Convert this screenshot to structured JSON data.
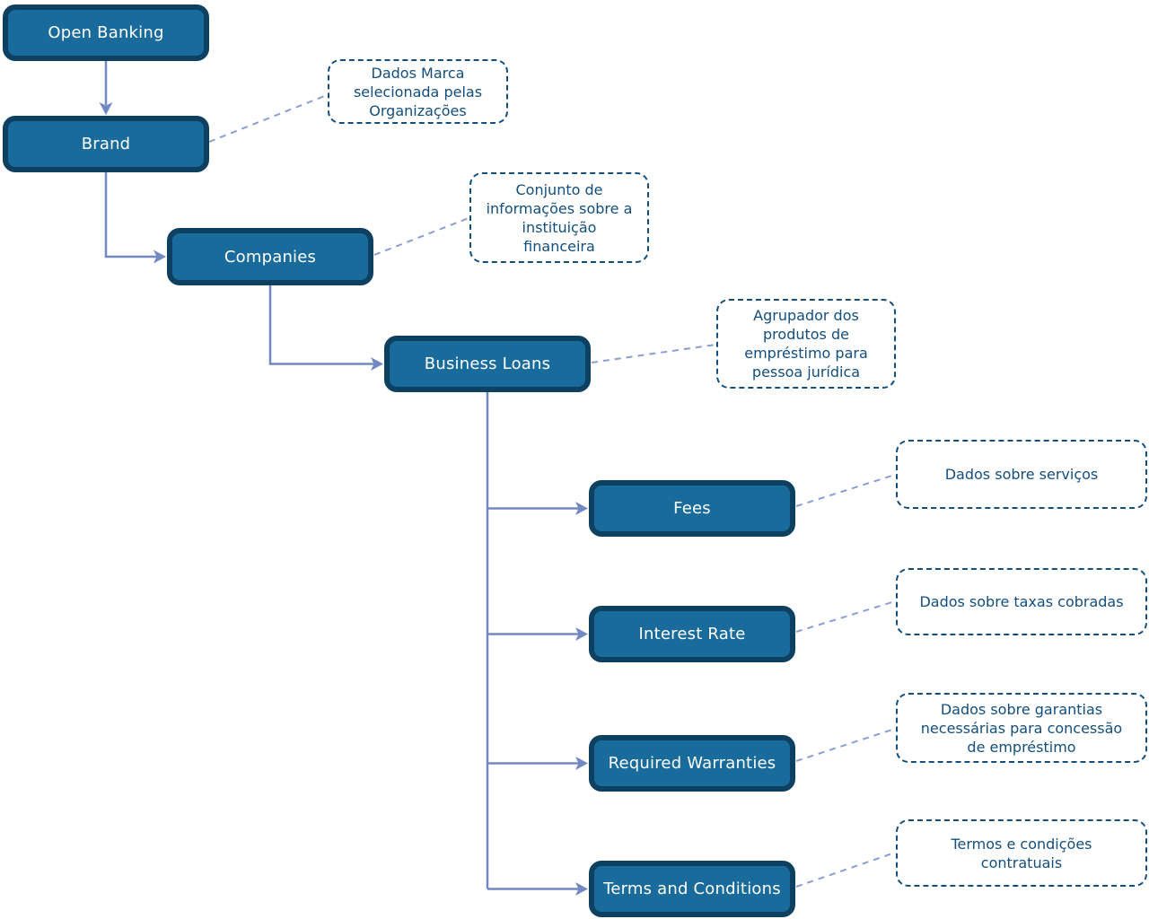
{
  "diagram": {
    "nodes": {
      "open_banking": {
        "label": "Open Banking"
      },
      "brand": {
        "label": "Brand"
      },
      "companies": {
        "label": "Companies"
      },
      "business_loans": {
        "label": "Business Loans"
      },
      "fees": {
        "label": "Fees"
      },
      "interest_rate": {
        "label": "Interest Rate"
      },
      "required_warranties": {
        "label": "Required Warranties"
      },
      "terms_and_conditions": {
        "label": "Terms and Conditions"
      }
    },
    "annotations": {
      "brand_note": {
        "text": "Dados Marca\nselecionada pelas\nOrganizações"
      },
      "companies_note": {
        "text": "Conjunto de\ninformações sobre a\ninstituição\nfinanceira"
      },
      "business_loans_note": {
        "text": "Agrupador dos\nprodutos de\nempréstimo para\npessoa jurídica"
      },
      "fees_note": {
        "text": "Dados sobre serviços"
      },
      "interest_rate_note": {
        "text": "Dados sobre taxas cobradas"
      },
      "required_warranties_note": {
        "text": "Dados sobre garantias\nnecessárias para concessão\nde empréstimo"
      },
      "terms_note": {
        "text": "Termos e condições\ncontratuais"
      }
    },
    "colors": {
      "node_fill": "#196B9B",
      "node_border": "#0E4061",
      "node_text": "#FFFFFF",
      "annotation_border": "#134E7D",
      "annotation_text": "#134E7D",
      "connector_solid": "#7288C2",
      "connector_dashed": "#8C9DD1"
    }
  }
}
